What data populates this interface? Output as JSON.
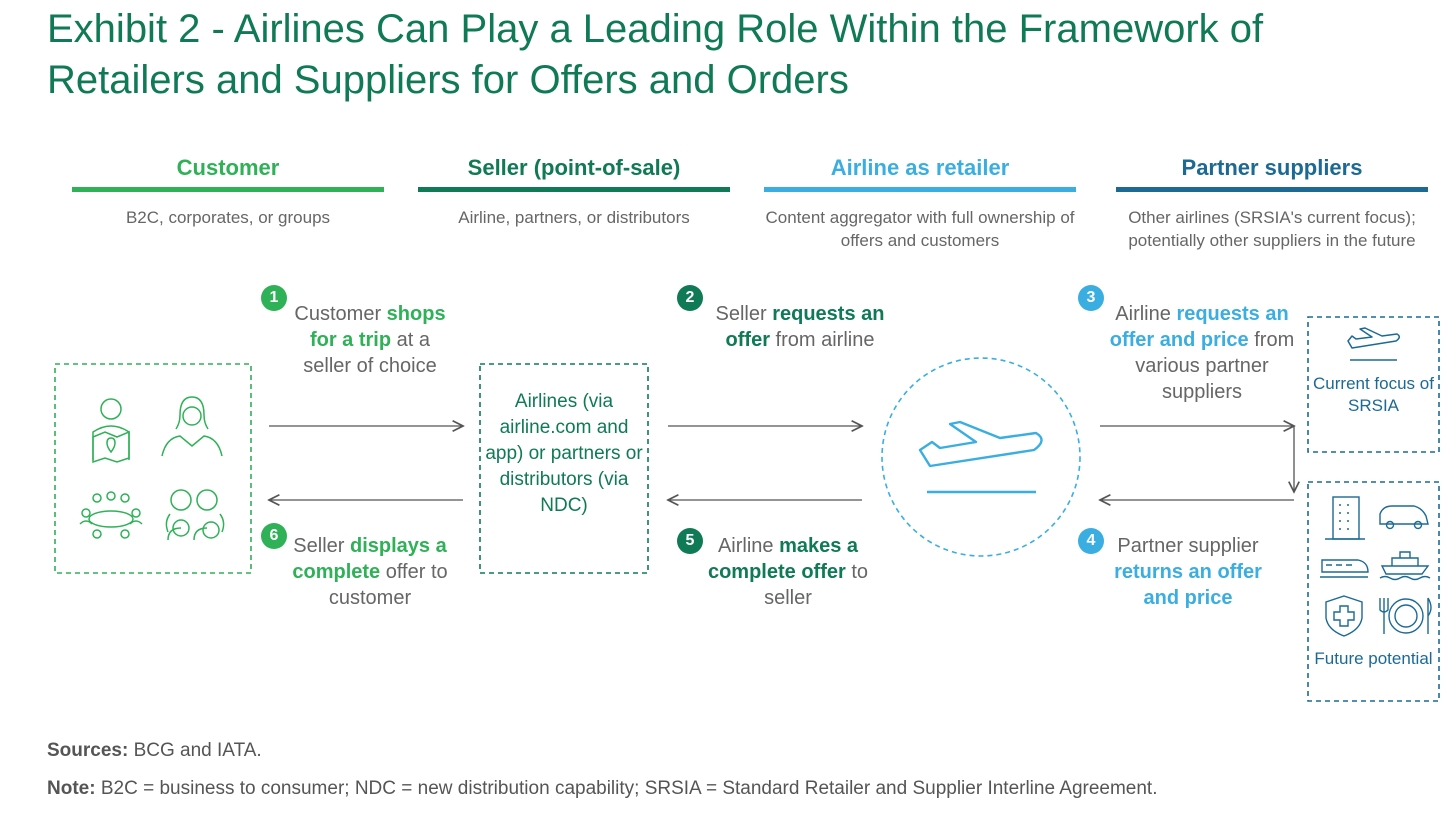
{
  "title": "Exhibit 2 - Airlines Can Play a Leading Role Within the Framework of Retailers and Suppliers for Offers and Orders",
  "columns": [
    {
      "heading": "Customer",
      "sub": "B2C, corporates, or groups",
      "color": "#2eb157"
    },
    {
      "heading": "Seller (point-of-sale)",
      "sub": "Airline, partners, or distributors",
      "color": "#0f7a55"
    },
    {
      "heading": "Airline as retailer",
      "sub": "Content aggregator with full ownership of offers and customers",
      "color": "#3aaee0"
    },
    {
      "heading": "Partner suppliers",
      "sub": "Other airlines (SRSIA's current focus); potentially other suppliers in the future",
      "color": "#1c6a94"
    }
  ],
  "steps": [
    {
      "num": "1",
      "pre": "Customer ",
      "bold": "shops for a trip",
      "post": " at a seller of choice",
      "color": "#2eb157"
    },
    {
      "num": "2",
      "pre": "Seller ",
      "bold": "requests an offer",
      "post": " from airline",
      "color": "#0f7a55"
    },
    {
      "num": "3",
      "pre": "Airline ",
      "bold": "requests an offer and price",
      "post": " from various partner suppliers",
      "color": "#3aaee0"
    },
    {
      "num": "4",
      "pre": "Partner supplier ",
      "bold": "returns an offer and price",
      "post": "",
      "color": "#3aaee0"
    },
    {
      "num": "5",
      "pre": "Airline ",
      "bold": "makes a complete offer",
      "post": " to seller",
      "color": "#0f7a55"
    },
    {
      "num": "6",
      "pre": "Seller ",
      "bold": "displays a complete",
      "post": " offer to customer",
      "color": "#2eb157"
    }
  ],
  "seller_box": "Airlines (via airline.com and app) or partners or distributors (via NDC)",
  "current_focus": "Current focus of SRSIA",
  "future_potential": "Future potential",
  "sources_label": "Sources:",
  "sources": "BCG and IATA.",
  "note_label": "Note:",
  "note": "B2C = business to consumer; NDC = new distribution capability; SRSIA = Standard Retailer and Supplier Interline Agreement."
}
